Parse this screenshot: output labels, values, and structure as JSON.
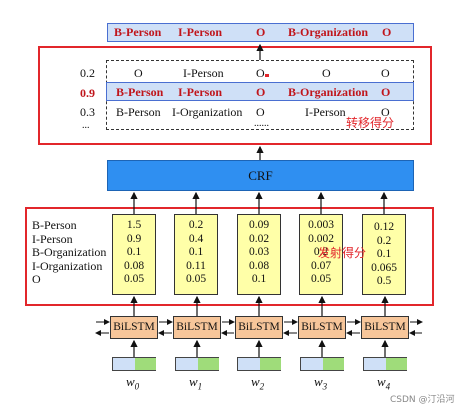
{
  "top_strip_text": "",
  "final_output": [
    "B-Person",
    "I-Person",
    "O",
    "B-Organization",
    "O"
  ],
  "candidates": [
    {
      "score": "0.2",
      "tags": [
        "O",
        "I-Person",
        "O",
        "O",
        "O"
      ]
    },
    {
      "score": "0.9",
      "tags": [
        "B-Person",
        "I-Person",
        "O",
        "B-Organization",
        "O"
      ]
    },
    {
      "score": "0.3",
      "tags": [
        "B-Person",
        "I-Organization",
        "O",
        "I-Person",
        "O"
      ]
    },
    {
      "score": "...",
      "tags": [
        "",
        "",
        "......",
        "",
        ""
      ]
    }
  ],
  "transition_label": "转移得分",
  "crf_label": "CRF",
  "tag_labels": [
    "B-Person",
    "I-Person",
    "B-Organization",
    "I-Organization",
    "O"
  ],
  "emission_label": "发射得分",
  "emission_scores": [
    [
      "1.5",
      "0.9",
      "0.1",
      "0.08",
      "0.05"
    ],
    [
      "0.2",
      "0.4",
      "0.1",
      "0.11",
      "0.05"
    ],
    [
      "0.09",
      "0.02",
      "0.03",
      "0.08",
      "0.1"
    ],
    [
      "0.003",
      "0.002",
      "0.2",
      "0.07",
      "0.05"
    ],
    [
      "0.12",
      "0.2",
      "0.1",
      "0.065",
      "0.5"
    ]
  ],
  "bilstm_label": "BiLSTM",
  "words": [
    {
      "base": "w",
      "sub": "0"
    },
    {
      "base": "w",
      "sub": "1"
    },
    {
      "base": "w",
      "sub": "2"
    },
    {
      "base": "w",
      "sub": "3"
    },
    {
      "base": "w",
      "sub": "4"
    }
  ],
  "watermark": "CSDN @汀沿河",
  "colors": {
    "red_border": "#e2262b",
    "tag_red": "#c0151b",
    "highlight_blue": "#cfe0f7",
    "crf_blue": "#2f8ff1",
    "score_yellow": "#ffffa8",
    "bilstm_orange": "#f7c69a",
    "emb_green": "#9fdc7a"
  }
}
